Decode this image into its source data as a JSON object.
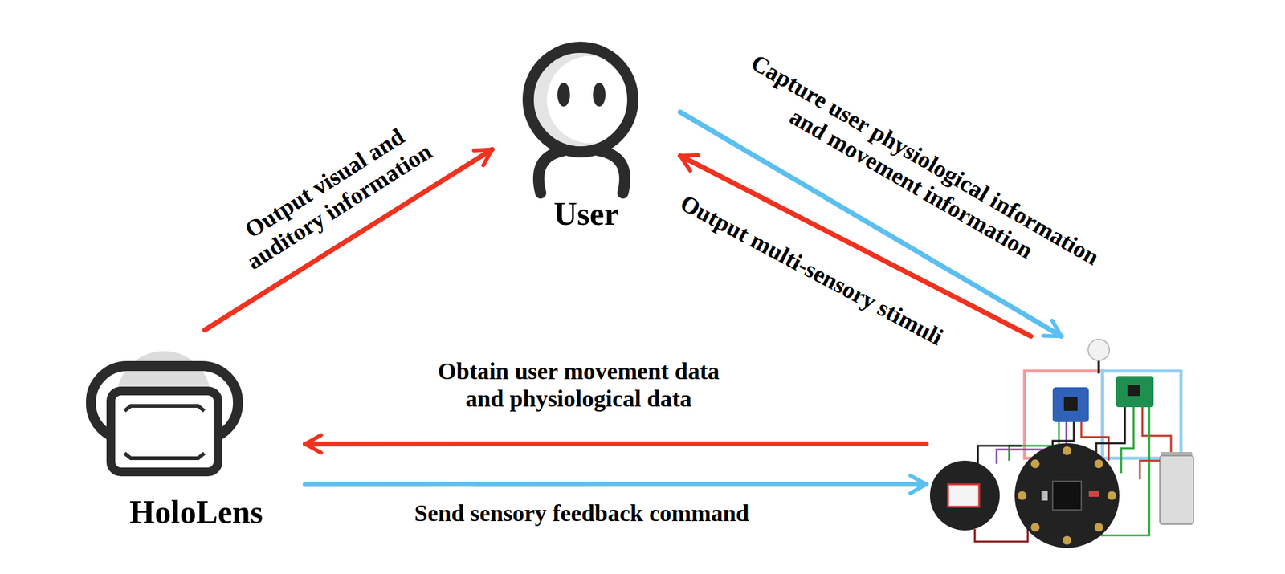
{
  "diagram": {
    "nodes": [
      {
        "text": [
          "User"
        ]
      },
      {
        "text": [
          "HoloLens"
        ]
      },
      {
        "text": []
      }
    ],
    "edges": [
      {
        "from": 1,
        "to": 0,
        "arrow": "to",
        "label": "Output visual and auditory information"
      },
      {
        "from": 0,
        "to": 2,
        "arrow": "to",
        "label": "Capture user physiological information and movement information"
      },
      {
        "from": 2,
        "to": 0,
        "arrow": "to",
        "label": "Output multi-sensory stimuli"
      },
      {
        "from": 2,
        "to": 1,
        "arrow": "to",
        "label": "Obtain user movement data and physiological data"
      },
      {
        "from": 1,
        "to": 2,
        "arrow": "to",
        "label": "Send sensory feedback command"
      }
    ]
  }
}
